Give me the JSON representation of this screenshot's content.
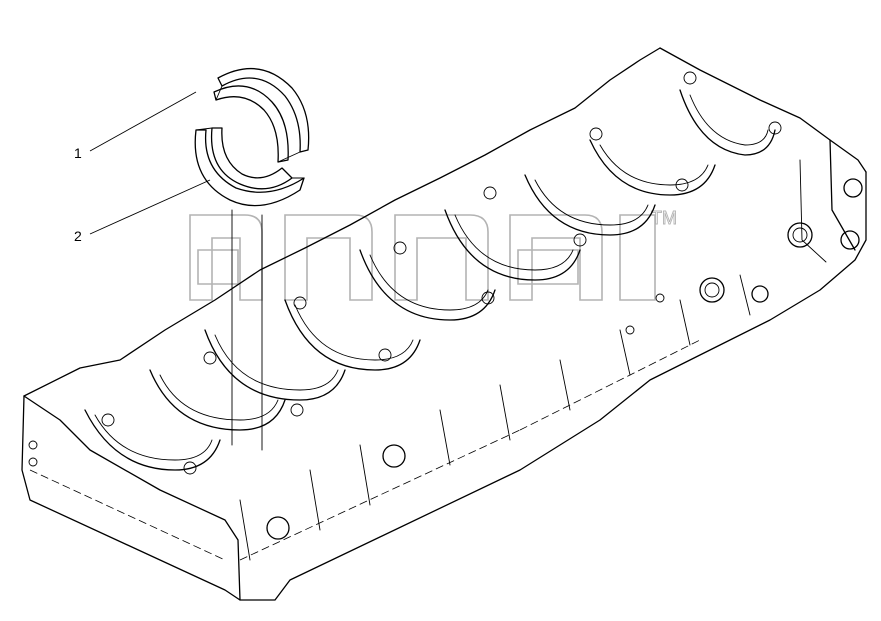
{
  "callouts": [
    {
      "number": "1",
      "part": "thrust-washer-upper"
    },
    {
      "number": "2",
      "part": "thrust-washer-lower"
    }
  ],
  "watermark": {
    "text": "aaca",
    "mark": "TM"
  },
  "colors": {
    "line": "#000000",
    "watermark": "#b3b3b3",
    "background": "#ffffff"
  }
}
